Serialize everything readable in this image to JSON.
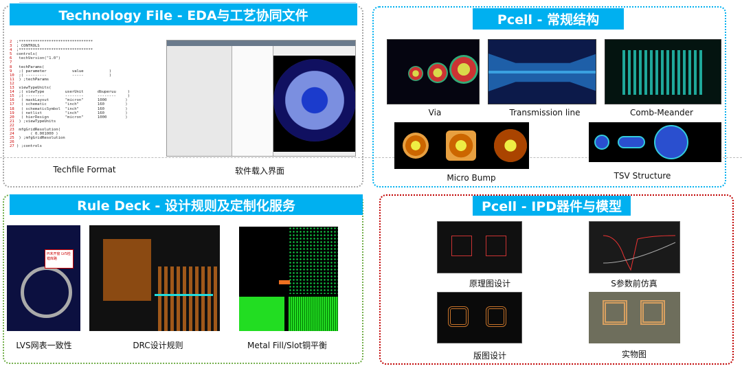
{
  "colors": {
    "title_bar": "#00b0f0",
    "panel_techfile": "#a6a6a6",
    "panel_pcell": "#00b0f0",
    "panel_rule": "#70ad47",
    "panel_ipd": "#c00000"
  },
  "techfile": {
    "title": "Technology File - EDA与工艺协同文件",
    "captions": [
      "Techfile Format",
      "软件载入界面"
    ],
    "code": [
      {
        "n": "2",
        "t": ";********************************"
      },
      {
        "n": "3",
        "t": "; CONTROLS"
      },
      {
        "n": "4",
        "t": ";********************************"
      },
      {
        "n": "5",
        "t": "controls("
      },
      {
        "n": "6",
        "t": " techVersion(\"1.0\")"
      },
      {
        "n": "7",
        "t": ""
      },
      {
        "n": "8",
        "t": " techParams("
      },
      {
        "n": "9",
        "t": " ;( parameter           value           )"
      },
      {
        "n": "10",
        "t": " ;( ---------           -----           )"
      },
      {
        "n": "11",
        "t": " ) ;techParams"
      },
      {
        "n": "12",
        "t": ""
      },
      {
        "n": "13",
        "t": " viewTypeUnits("
      },
      {
        "n": "14",
        "t": " ;( viewType         userUnit      dbuperuu     )"
      },
      {
        "n": "15",
        "t": " ;( --------         --------      --------     )"
      },
      {
        "n": "16",
        "t": "  ( maskLayout       \"micron\"      1000        )"
      },
      {
        "n": "17",
        "t": "  ( schematic        \"inch\"        160         )"
      },
      {
        "n": "18",
        "t": "  ( schematicSymbol  \"inch\"        160         )"
      },
      {
        "n": "19",
        "t": "  ( netlist          \"inch\"        160         )"
      },
      {
        "n": "20",
        "t": "  ( hierDesign       \"micron\"      1000        )"
      },
      {
        "n": "21",
        "t": " ) ;viewTypeUnits"
      },
      {
        "n": "22",
        "t": ""
      },
      {
        "n": "23",
        "t": " mfgGridResolution("
      },
      {
        "n": "24",
        "t": "      ( 0.001000 )"
      },
      {
        "n": "25",
        "t": " ) ;mfgGridResolution"
      },
      {
        "n": "26",
        "t": ""
      },
      {
        "n": "27",
        "t": ") ;controls"
      }
    ]
  },
  "pcell": {
    "title": "Pcell - 常规结构",
    "captions": [
      "Via",
      "Transmission line",
      "Comb-Meander",
      "Micro Bump",
      "TSV Structure"
    ]
  },
  "rule": {
    "title": "Rule Deck - 设计规则及定制化服务",
    "captions": [
      "LVS网表一致性",
      "DRC设计规则",
      "Metal Fill/Slot铜平衡"
    ],
    "lvs_label": "PI未开窗 LVS检 错库路"
  },
  "ipd": {
    "title": "Pcell - IPD器件与模型",
    "captions": [
      "原理图设计",
      "S参数前仿真",
      "版图设计",
      "实物图"
    ]
  }
}
